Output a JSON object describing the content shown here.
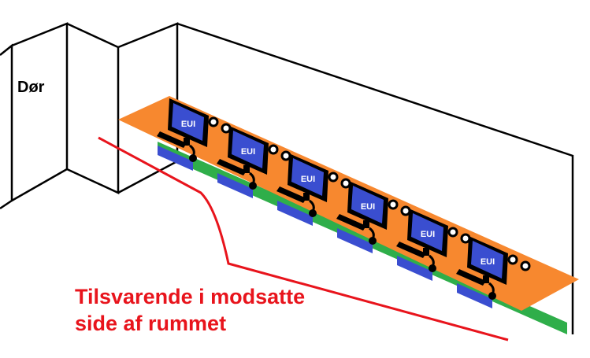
{
  "door_label": "Dør",
  "workstations": [
    {
      "screen_label": "EUI"
    },
    {
      "screen_label": "EUI"
    },
    {
      "screen_label": "EUI"
    },
    {
      "screen_label": "EUI"
    },
    {
      "screen_label": "EUI"
    },
    {
      "screen_label": "EUI"
    }
  ],
  "annotation": {
    "line1": "Tilsvarende i modsatte",
    "line2": "side af rummet"
  },
  "colors": {
    "desk": "#f7882f",
    "strip": "#2fae4a",
    "screen": "#3a4ed0",
    "annotation": "#e8141c"
  }
}
